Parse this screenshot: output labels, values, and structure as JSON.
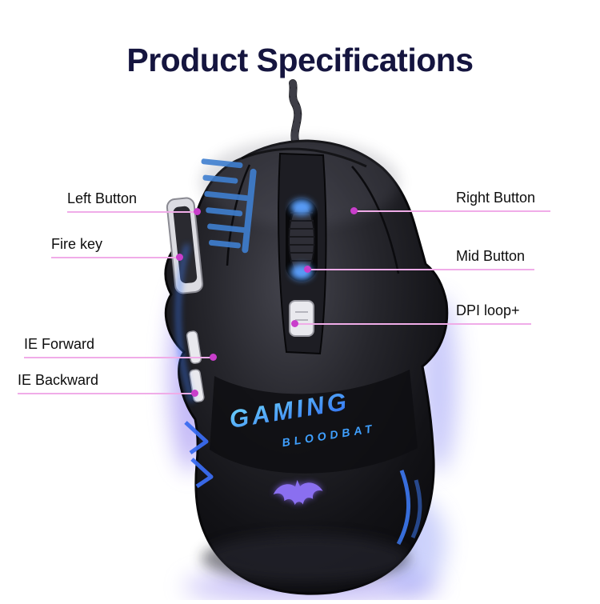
{
  "title": "Product Specifications",
  "callouts": {
    "left": [
      {
        "label": "Left Button"
      },
      {
        "label": "Fire key"
      },
      {
        "label": "IE Forward"
      },
      {
        "label": "IE Backward"
      }
    ],
    "right": [
      {
        "label": "Right Button"
      },
      {
        "label": "Mid Button"
      },
      {
        "label": "DPI loop+"
      }
    ]
  },
  "mouse": {
    "brand_line1": "GAMING",
    "brand_line2": "BLOODBAT"
  },
  "colors": {
    "title": "#15153f",
    "callout_line": "#f0ace8",
    "callout_dot": "#c93ecb",
    "accent_blue": "#3f8cff",
    "glow_purple": "#8f7cf0"
  }
}
